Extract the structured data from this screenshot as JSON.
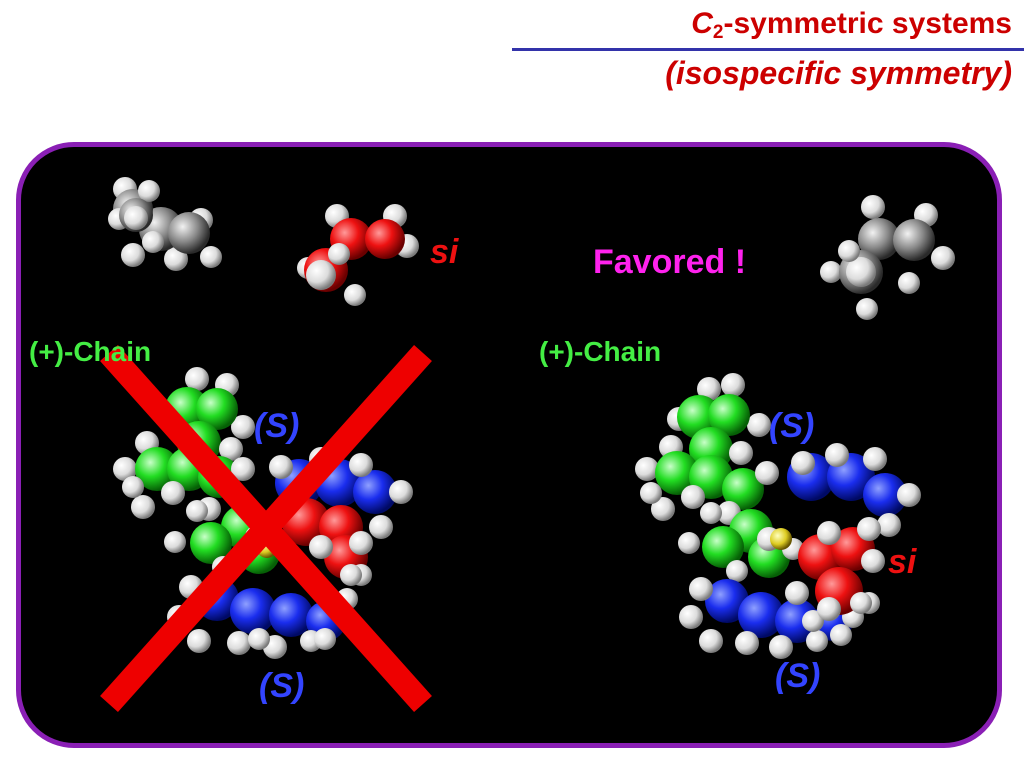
{
  "slide": {
    "title_prefix": "C",
    "title_subscript": "2",
    "title_suffix": "-symmetric systems",
    "subtitle": "(isospecific symmetry)"
  },
  "panel": {
    "left": {
      "chain_label": "(+)-Chain",
      "config_top": "(S)",
      "config_bottom": "(S)",
      "face_label": "si",
      "status": "rejected"
    },
    "right": {
      "chain_label": "(+)-Chain",
      "config_top": "(S)",
      "config_bottom": "(S)",
      "face_label": "si",
      "status_label": "Favored !"
    }
  },
  "colors": {
    "title": "#cc0000",
    "panel_border": "#8a1fb5",
    "chain_label": "#44ee44",
    "config_label": "#3344ff",
    "si_label": "#ee1111",
    "favored": "#ff22ee",
    "cross": "#ee0000"
  }
}
